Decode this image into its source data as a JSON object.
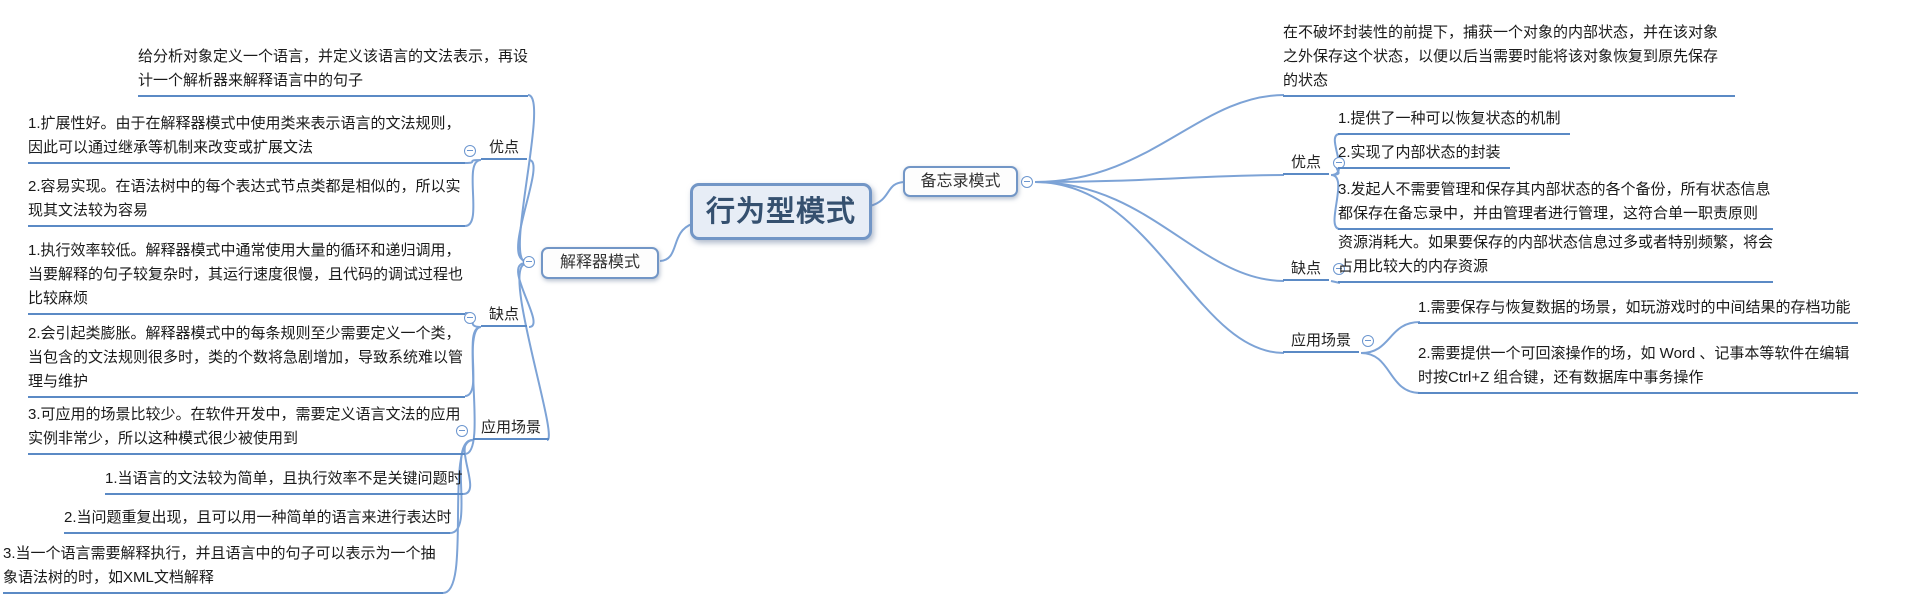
{
  "root": {
    "label": "行为型模式"
  },
  "colors": {
    "branch_line": "#7da3d6",
    "underline": "#5b8ac5",
    "box_border": "#7296c6",
    "center_fill": "#e7edf6",
    "center_text": "#35506f"
  },
  "icons": {
    "collapse": "minus-circle-icon"
  },
  "left": {
    "topic": {
      "label": "解释器模式"
    },
    "description": {
      "lines": [
        "给分析对象定义一个语言，并定义该语言的文法表示，再设",
        "计一个解析器来解释语言中的句子"
      ]
    },
    "advantages": {
      "label": "优点",
      "items": [
        {
          "lines": [
            "1.扩展性好。由于在解释器模式中使用类来表示语言的文法规则，",
            "因此可以通过继承等机制来改变或扩展文法"
          ]
        },
        {
          "lines": [
            "2.容易实现。在语法树中的每个表达式节点类都是相似的，所以实",
            "现其文法较为容易"
          ]
        }
      ]
    },
    "disadvantages": {
      "label": "缺点",
      "items": [
        {
          "lines": [
            "1.执行效率较低。解释器模式中通常使用大量的循环和递归调用，",
            "当要解释的句子较复杂时，其运行速度很慢，且代码的调试过程也",
            "比较麻烦"
          ]
        },
        {
          "lines": [
            "2.会引起类膨胀。解释器模式中的每条规则至少需要定义一个类，",
            "当包含的文法规则很多时，类的个数将急剧增加，导致系统难以管",
            "理与维护"
          ]
        },
        {
          "lines": [
            "3.可应用的场景比较少。在软件开发中，需要定义语言文法的应用",
            "实例非常少，所以这种模式很少被使用到"
          ]
        }
      ]
    },
    "scenarios": {
      "label": "应用场景",
      "items": [
        {
          "lines": [
            "1.当语言的文法较为简单，且执行效率不是关键问题时"
          ]
        },
        {
          "lines": [
            "2.当问题重复出现，且可以用一种简单的语言来进行表达时"
          ]
        },
        {
          "lines": [
            "3.当一个语言需要解释执行，并且语言中的句子可以表示为一个抽",
            "象语法树的时，如XML文档解释"
          ]
        }
      ]
    }
  },
  "right": {
    "topic": {
      "label": "备忘录模式"
    },
    "description": {
      "lines": [
        "在不破坏封装性的前提下，捕获一个对象的内部状态，并在该对象",
        "之外保存这个状态，以便以后当需要时能将该对象恢复到原先保存",
        "的状态"
      ]
    },
    "advantages": {
      "label": "优点",
      "items": [
        {
          "lines": [
            "1.提供了一种可以恢复状态的机制"
          ]
        },
        {
          "lines": [
            "2.实现了内部状态的封装"
          ]
        },
        {
          "lines": [
            "3.发起人不需要管理和保存其内部状态的各个备份，所有状态信息",
            "都保存在备忘录中，并由管理者进行管理，这符合单一职责原则"
          ]
        }
      ]
    },
    "disadvantages": {
      "label": "缺点",
      "items": [
        {
          "lines": [
            "资源消耗大。如果要保存的内部状态信息过多或者特别频繁，将会",
            "占用比较大的内存资源"
          ]
        }
      ]
    },
    "scenarios": {
      "label": "应用场景",
      "items": [
        {
          "lines": [
            "1.需要保存与恢复数据的场景，如玩游戏时的中间结果的存档功能"
          ]
        },
        {
          "lines": [
            "2.需要提供一个可回滚操作的场，如 Word 、记事本等软件在编辑",
            "时按Ctrl+Z 组合键，还有数据库中事务操作"
          ]
        }
      ]
    }
  }
}
